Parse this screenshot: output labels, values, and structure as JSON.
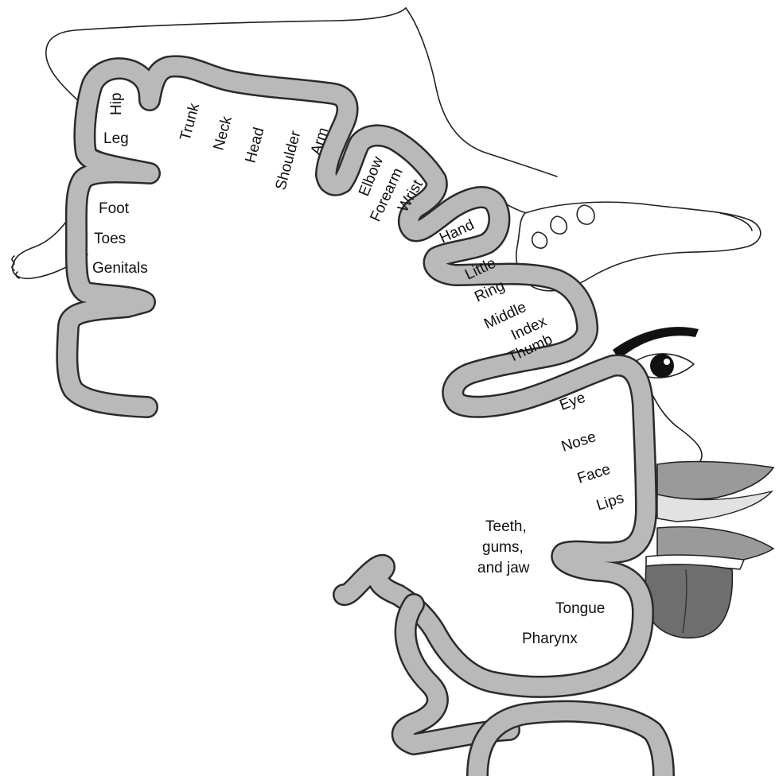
{
  "labels": {
    "hip": "Hip",
    "leg": "Leg",
    "foot": "Foot",
    "toes": "Toes",
    "genitals": "Genitals",
    "trunk": "Trunk",
    "neck": "Neck",
    "head": "Head",
    "shoulder": "Shoulder",
    "arm": "Arm",
    "elbow": "Elbow",
    "forearm": "Forearm",
    "wrist": "Wrist",
    "hand": "Hand",
    "little": "Little",
    "ring": "Ring",
    "middle": "Middle",
    "index": "Index",
    "thumb": "Thumb",
    "eye": "Eye",
    "nose": "Nose",
    "face": "Face",
    "lips": "Lips",
    "teeth_1": "Teeth,",
    "teeth_2": "gums,",
    "teeth_3": "and jaw",
    "tongue": "Tongue",
    "pharynx": "Pharynx"
  },
  "colors": {
    "cortex_ribbon": "#b9b9b9",
    "outline": "#222222",
    "lips": "#9a9a9a",
    "tongue": "#6e6e6e"
  }
}
